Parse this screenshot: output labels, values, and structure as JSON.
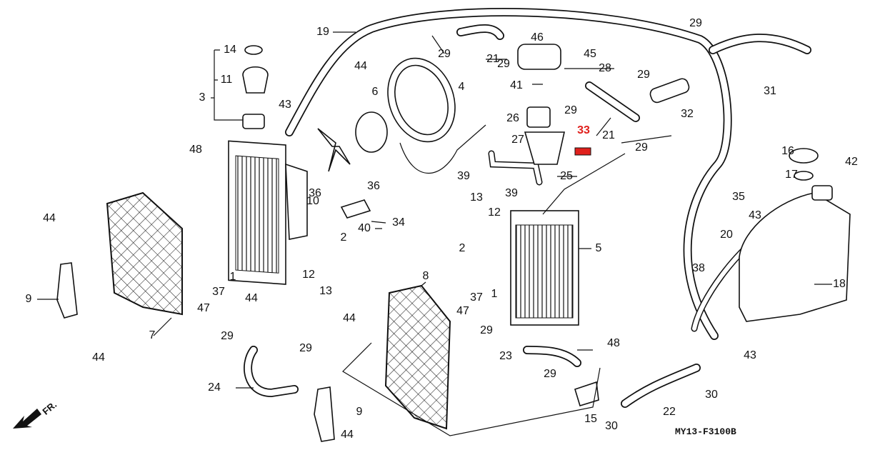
{
  "diagram_code": "MY13-F3100B",
  "direction_label": "FR.",
  "highlight_color": "#e0201c",
  "callouts": [
    "19",
    "14",
    "11",
    "3",
    "43",
    "44",
    "29",
    "21",
    "46",
    "45",
    "29",
    "28",
    "4",
    "6",
    "41",
    "29",
    "29",
    "21",
    "32",
    "29",
    "31",
    "26",
    "33",
    "27",
    "29",
    "48",
    "39",
    "25",
    "10",
    "36",
    "36",
    "16",
    "17",
    "42",
    "35",
    "43",
    "39",
    "13",
    "12",
    "34",
    "40",
    "2",
    "44",
    "20",
    "2",
    "5",
    "38",
    "1",
    "12",
    "13",
    "37",
    "47",
    "44",
    "1",
    "37",
    "47",
    "18",
    "9",
    "7",
    "8",
    "48",
    "29",
    "44",
    "29",
    "43",
    "44",
    "29",
    "23",
    "29",
    "24",
    "30",
    "9",
    "22",
    "15",
    "30",
    "44"
  ],
  "highlighted_callout": "33"
}
